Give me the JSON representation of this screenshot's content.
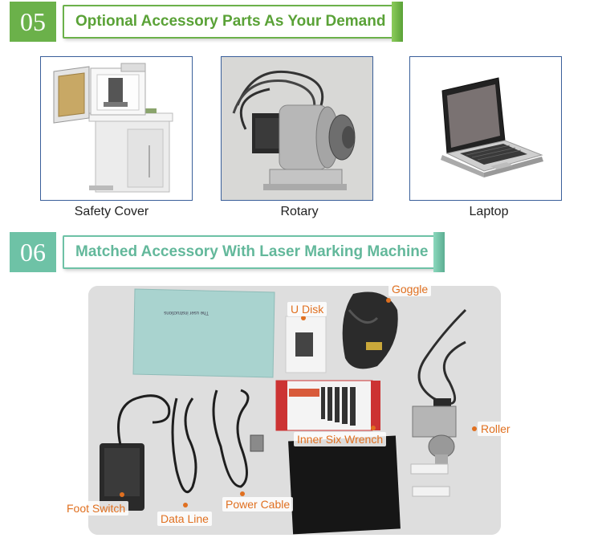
{
  "section5": {
    "number": "05",
    "title": "Optional Accessory Parts As Your Demand",
    "items": [
      {
        "caption": "Safety Cover",
        "icon": "safety-cover-machine-image"
      },
      {
        "caption": "Rotary",
        "icon": "rotary-device-image"
      },
      {
        "caption": "Laptop",
        "icon": "laptop-image"
      }
    ]
  },
  "section6": {
    "number": "06",
    "title": "Matched Accessory With Laser Marking Machine",
    "callouts": {
      "goggle": "Goggle",
      "u_disk": "U Disk",
      "roller": "Roller",
      "inner_six_wrench": "Inner Six Wrench",
      "foot_switch": "Foot Switch",
      "data_line": "Data Line",
      "power_cable": "Power Cable"
    },
    "manual_text": "The user instructions"
  },
  "colors": {
    "green": "#6bb14a",
    "teal": "#6ec2a6",
    "callout": "#e07020",
    "frame_border": "#3a5f9a"
  }
}
